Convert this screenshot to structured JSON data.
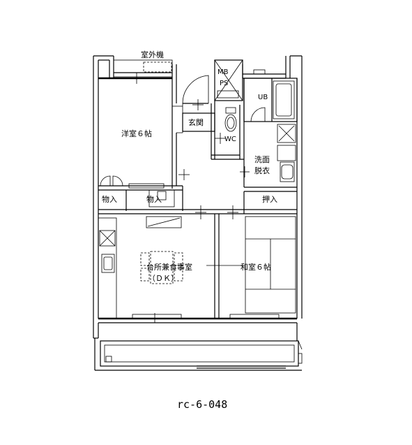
{
  "labels": {
    "outdoor_unit": "室外機",
    "mb": "MB",
    "ps": "PS",
    "ub": "UB",
    "entrance": "玄関",
    "western_room": "洋室６帖",
    "wc": "WC",
    "washroom_1": "洗面",
    "washroom_2": "脱衣",
    "storage_1": "物入",
    "storage_2": "物入",
    "closet": "押入",
    "dk_1": "台所兼食事室",
    "dk_2": "（ＤＫ）",
    "japanese_room": "和室６帖"
  },
  "caption": "rc-6-048"
}
